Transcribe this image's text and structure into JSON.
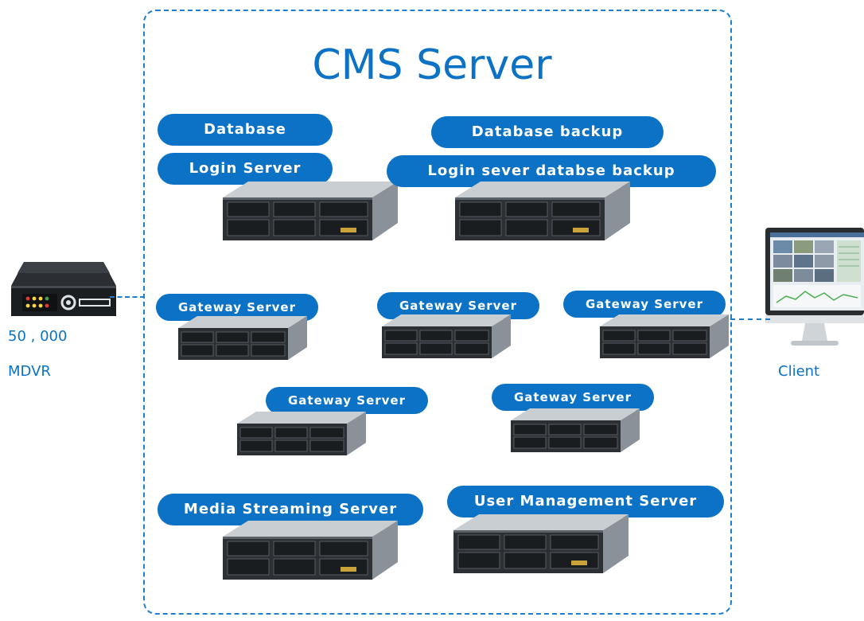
{
  "diagram": {
    "title": "CMS Server",
    "left_device": {
      "count": "50 , 000",
      "name": "MDVR"
    },
    "right_device": {
      "name": "Client"
    },
    "servers": [
      {
        "label": "Database"
      },
      {
        "label": "Login Server"
      },
      {
        "label": "Database backup"
      },
      {
        "label": "Login sever databse backup"
      },
      {
        "label": "Gateway Server"
      },
      {
        "label": "Gateway Server"
      },
      {
        "label": "Gateway Server"
      },
      {
        "label": "Gateway Server"
      },
      {
        "label": "Gateway Server"
      },
      {
        "label": "Media Streaming Server"
      },
      {
        "label": "User Management Server"
      }
    ],
    "colors": {
      "accent": "#0b72c6",
      "dashed_line": "#1e7fd0"
    }
  }
}
